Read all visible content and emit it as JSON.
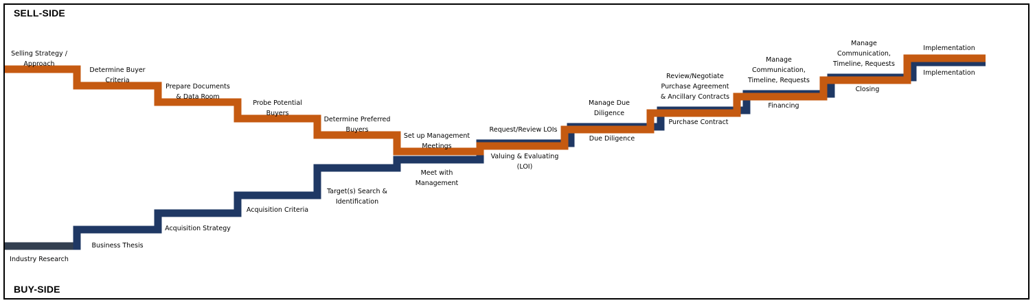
{
  "headings": {
    "sell_side": "SELL-SIDE",
    "buy_side": "BUY-SIDE"
  },
  "colors": {
    "sell": "#C55A11",
    "buy": "#1F3864",
    "buy_start": "#333F50"
  },
  "sell_steps": [
    "Selling Strategy /\nApproach",
    "Determine Buyer\nCriteria",
    "Prepare Documents\n& Data Room",
    "Probe Potential\nBuyers",
    "Determine Preferred\nBuyers",
    "Set up Management\nMeetings",
    "Request/Review LOIs",
    "Manage Due\nDiligence",
    "Review/Negotiate\nPurchase Agreement\n& Ancillary Contracts",
    "Manage\nCommunication,\nTimeline, Requests",
    "Manage\nCommunication,\nTimeline, Requests",
    "Implementation"
  ],
  "buy_steps": [
    "Industry Research",
    "Business Thesis",
    "Acquisition Strategy",
    "Acquisition Criteria",
    "Target(s) Search &\nIdentification",
    "Meet with\nManagement",
    "Valuing & Evaluating\n(LOI)",
    "Due Diligence",
    "Purchase Contract",
    "Financing",
    "Closing",
    "Implementation"
  ]
}
